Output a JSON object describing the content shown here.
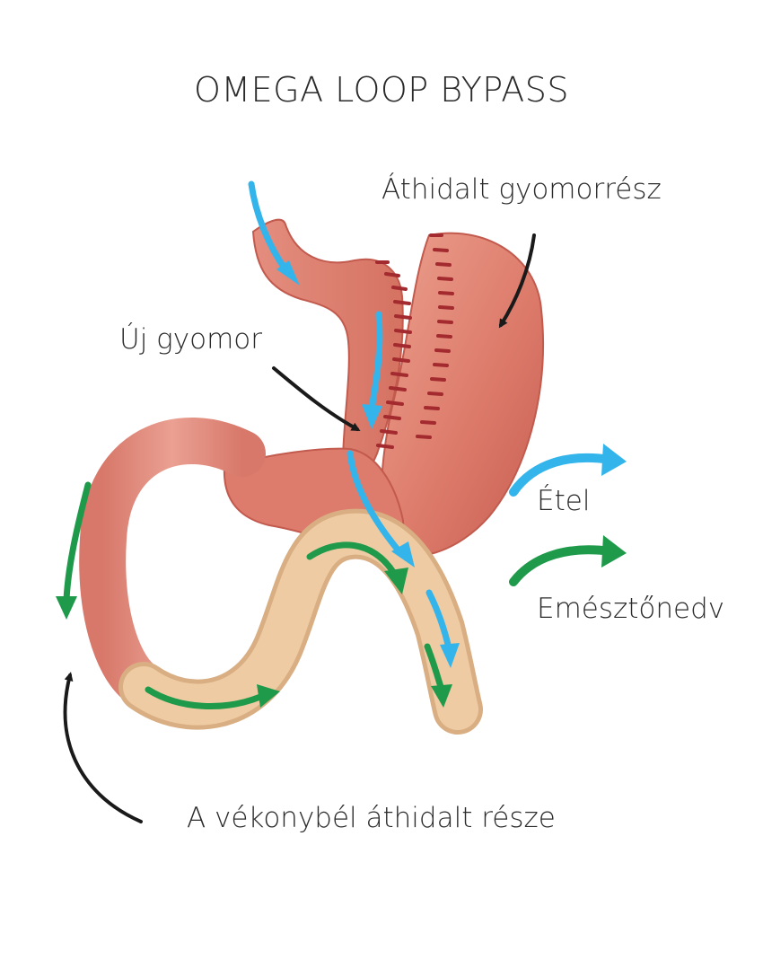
{
  "title": "OMEGA LOOP BYPASS",
  "labels": {
    "bypassed_stomach": "Áthidalt gyomorrész",
    "new_stomach": "Új gyomor",
    "food": "Étel",
    "digestive_juice": "Emésztőnedv",
    "bypassed_small_intestine": "A vékonybél áthidalt része"
  },
  "colors": {
    "stomach": "#e07f6f",
    "stomach_dark": "#c25a4e",
    "intestine": "#ecc9a0",
    "staple_line": "#a32a2e",
    "food_arrow": "#33b5ec",
    "digestive_arrow": "#1f9a4b",
    "pointer_arrow": "#1a1a1a"
  }
}
